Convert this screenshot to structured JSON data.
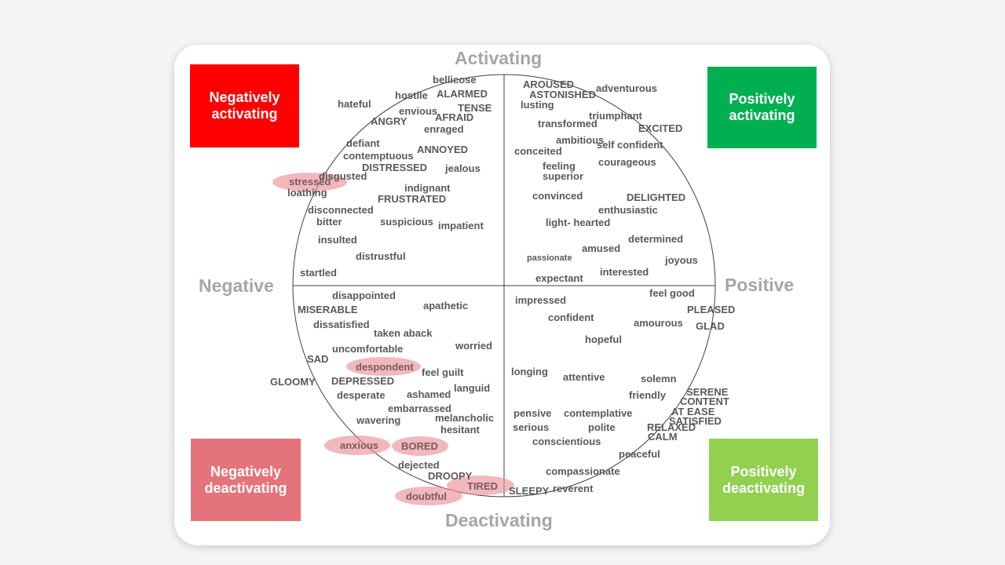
{
  "axes": {
    "top": "Activating",
    "bottom": "Deactivating",
    "left": "Negative",
    "right": "Positive"
  },
  "quadrants": {
    "neg_act": {
      "line1": "Negatively",
      "line2": "activating",
      "color": "#ff0000"
    },
    "pos_act": {
      "line1": "Positively",
      "line2": "activating",
      "color": "#00b050"
    },
    "neg_deact": {
      "line1": "Negatively",
      "line2": "deactivating",
      "color": "#e4737b"
    },
    "pos_deact": {
      "line1": "Positively",
      "line2": "deactivating",
      "color": "#92d050"
    }
  },
  "colors": {
    "circle": "#404040",
    "word": "#595959",
    "axis_label": "#a6a6a6",
    "highlight": "#e88c96"
  },
  "words": [
    "bellicose",
    "hostile",
    "ALARMED",
    "hateful",
    "envious",
    "AFRAID",
    "TENSE",
    "ANGRY",
    "enraged",
    "defiant",
    "ANNOYED",
    "contemptuous",
    "DISTRESSED",
    "jealous",
    "disgusted",
    "stressed",
    "loathing",
    "indignant",
    "FRUSTRATED",
    "disconnected",
    "bitter",
    "suspicious",
    "impatient",
    "insulted",
    "distrustful",
    "startled",
    "AROUSED",
    "adventurous",
    "ASTONISHED",
    "lusting",
    "triumphant",
    "transformed",
    "EXCITED",
    "ambitious",
    "conceited",
    "self confident",
    "courageous",
    "feeling",
    "superior",
    "convinced",
    "DELIGHTED",
    "enthusiastic",
    "light- hearted",
    "determined",
    "passionate",
    "amused",
    "joyous",
    "interested",
    "expectant",
    "disappointed",
    "apathetic",
    "MISERABLE",
    "dissatisfied",
    "taken aback",
    "uncomfortable",
    "worried",
    "SAD",
    "despondent",
    "feel guilt",
    "GLOOMY",
    "DEPRESSED",
    "languid",
    "desperate",
    "ashamed",
    "embarrassed",
    "melancholic",
    "wavering",
    "hesitant",
    "anxious",
    "BORED",
    "dejected",
    "DROOPY",
    "TIRED",
    "doubtful",
    "impressed",
    "feel good",
    "PLEASED",
    "confident",
    "amourous",
    "GLAD",
    "hopeful",
    "longing",
    "attentive",
    "solemn",
    "friendly",
    "SERENE",
    "CONTENT",
    "pensive",
    "contemplative",
    "AT EASE",
    "SATISFIED",
    "serious",
    "polite",
    "RELAXED",
    "CALM",
    "conscientious",
    "peaceful",
    "compassionate",
    "SLEEPY",
    "reverent"
  ],
  "highlighted": [
    "stressed",
    "despondent",
    "anxious",
    "BORED",
    "TIRED",
    "doubtful"
  ]
}
